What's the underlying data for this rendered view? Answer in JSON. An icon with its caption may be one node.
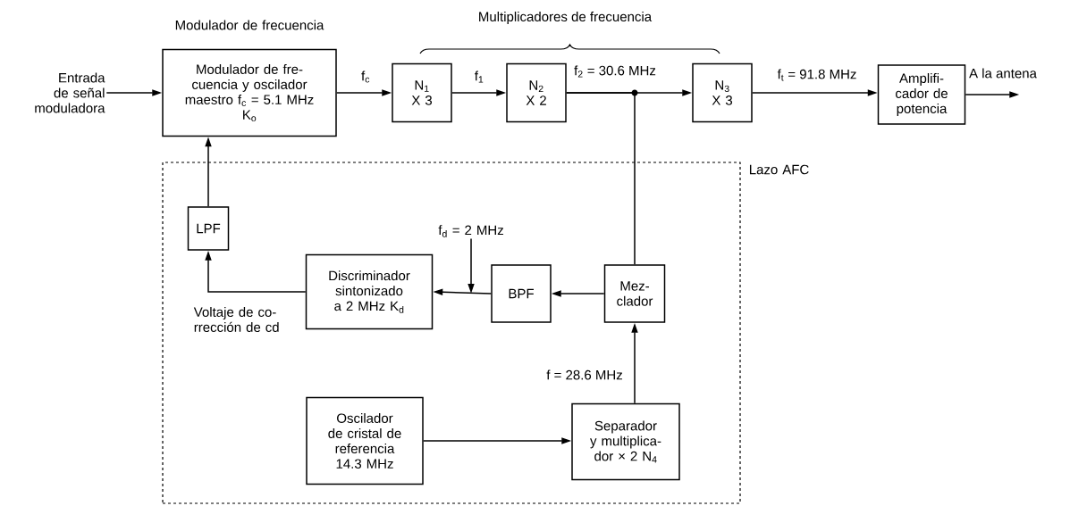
{
  "diagram": {
    "nodes": [
      {
        "text": [
          "Entrada de señal moduladora"
        ]
      },
      {
        "text": [
          "Modulador de frecuencia",
          "Modulador de fre- cuencia y oscilador maestro f$_{c}$ = 5.1 MHz",
          "K$_{o}$"
        ]
      },
      {
        "text": [
          "N$_{1}$",
          "X 3"
        ]
      },
      {
        "text": [
          "N$_{2}$",
          "X 2"
        ]
      },
      {
        "text": [
          "N$_{3}$",
          "X 3"
        ]
      },
      {
        "text": [
          "Amplifi- cador de potencia"
        ]
      },
      {
        "text": [
          "Lazo AFC"
        ]
      },
      {
        "text": [
          "LPF"
        ],
        "in": 6
      },
      {
        "text": [
          "Discriminador sintonizado a 2 MHz K$_{d}$"
        ],
        "in": 6
      },
      {
        "text": [
          "BPF"
        ],
        "in": 6
      },
      {
        "text": [
          "Mez- clador"
        ],
        "in": 6
      },
      {
        "text": [
          "Oscilador de cristal de referencia 14.3 MHz"
        ],
        "in": 6
      },
      {
        "text": [
          "Separador y multiplica- dor × 2 N$_{4}$"
        ],
        "in": 6
      },
      {
        "text": [
          "f$_{d}$ = 2 MHz"
        ],
        "in": 6
      }
    ],
    "edges": [
      {
        "from": 0,
        "to": 1,
        "arrow": "to"
      },
      {
        "from": 1,
        "to": 2,
        "arrow": "to",
        "label": "f$_{c}$"
      },
      {
        "from": 2,
        "to": 3,
        "arrow": "to",
        "label": "f$_{1}$"
      },
      {
        "from": 3,
        "to": 4,
        "arrow": "to",
        "label": "f$_{2}$ = 30.6 MHz"
      },
      {
        "from": 4,
        "to": 5,
        "arrow": "to",
        "label": "f$_{t}$ = 91.8 MHz"
      },
      {
        "from": 5,
        "to": null,
        "arrow": "to",
        "label": "A la antena"
      },
      {
        "from": 3,
        "to": 10,
        "arrow": "none"
      },
      {
        "from": 10,
        "to": 9,
        "arrow": "to"
      },
      {
        "from": 9,
        "to": 8,
        "arrow": "to"
      },
      {
        "from": 8,
        "to": 7,
        "arrow": "to",
        "label": "Voltaje de co- rrección de cd"
      },
      {
        "from": 7,
        "to": 1,
        "arrow": "to"
      },
      {
        "from": 11,
        "to": 12,
        "arrow": "to"
      },
      {
        "from": 12,
        "to": 10,
        "arrow": "to",
        "label": "f = 28.6 MHz"
      },
      {
        "from": 13,
        "to": null,
        "arrow": "to"
      }
    ],
    "labels": [
      "Multiplicadores de frecuencia"
    ]
  }
}
